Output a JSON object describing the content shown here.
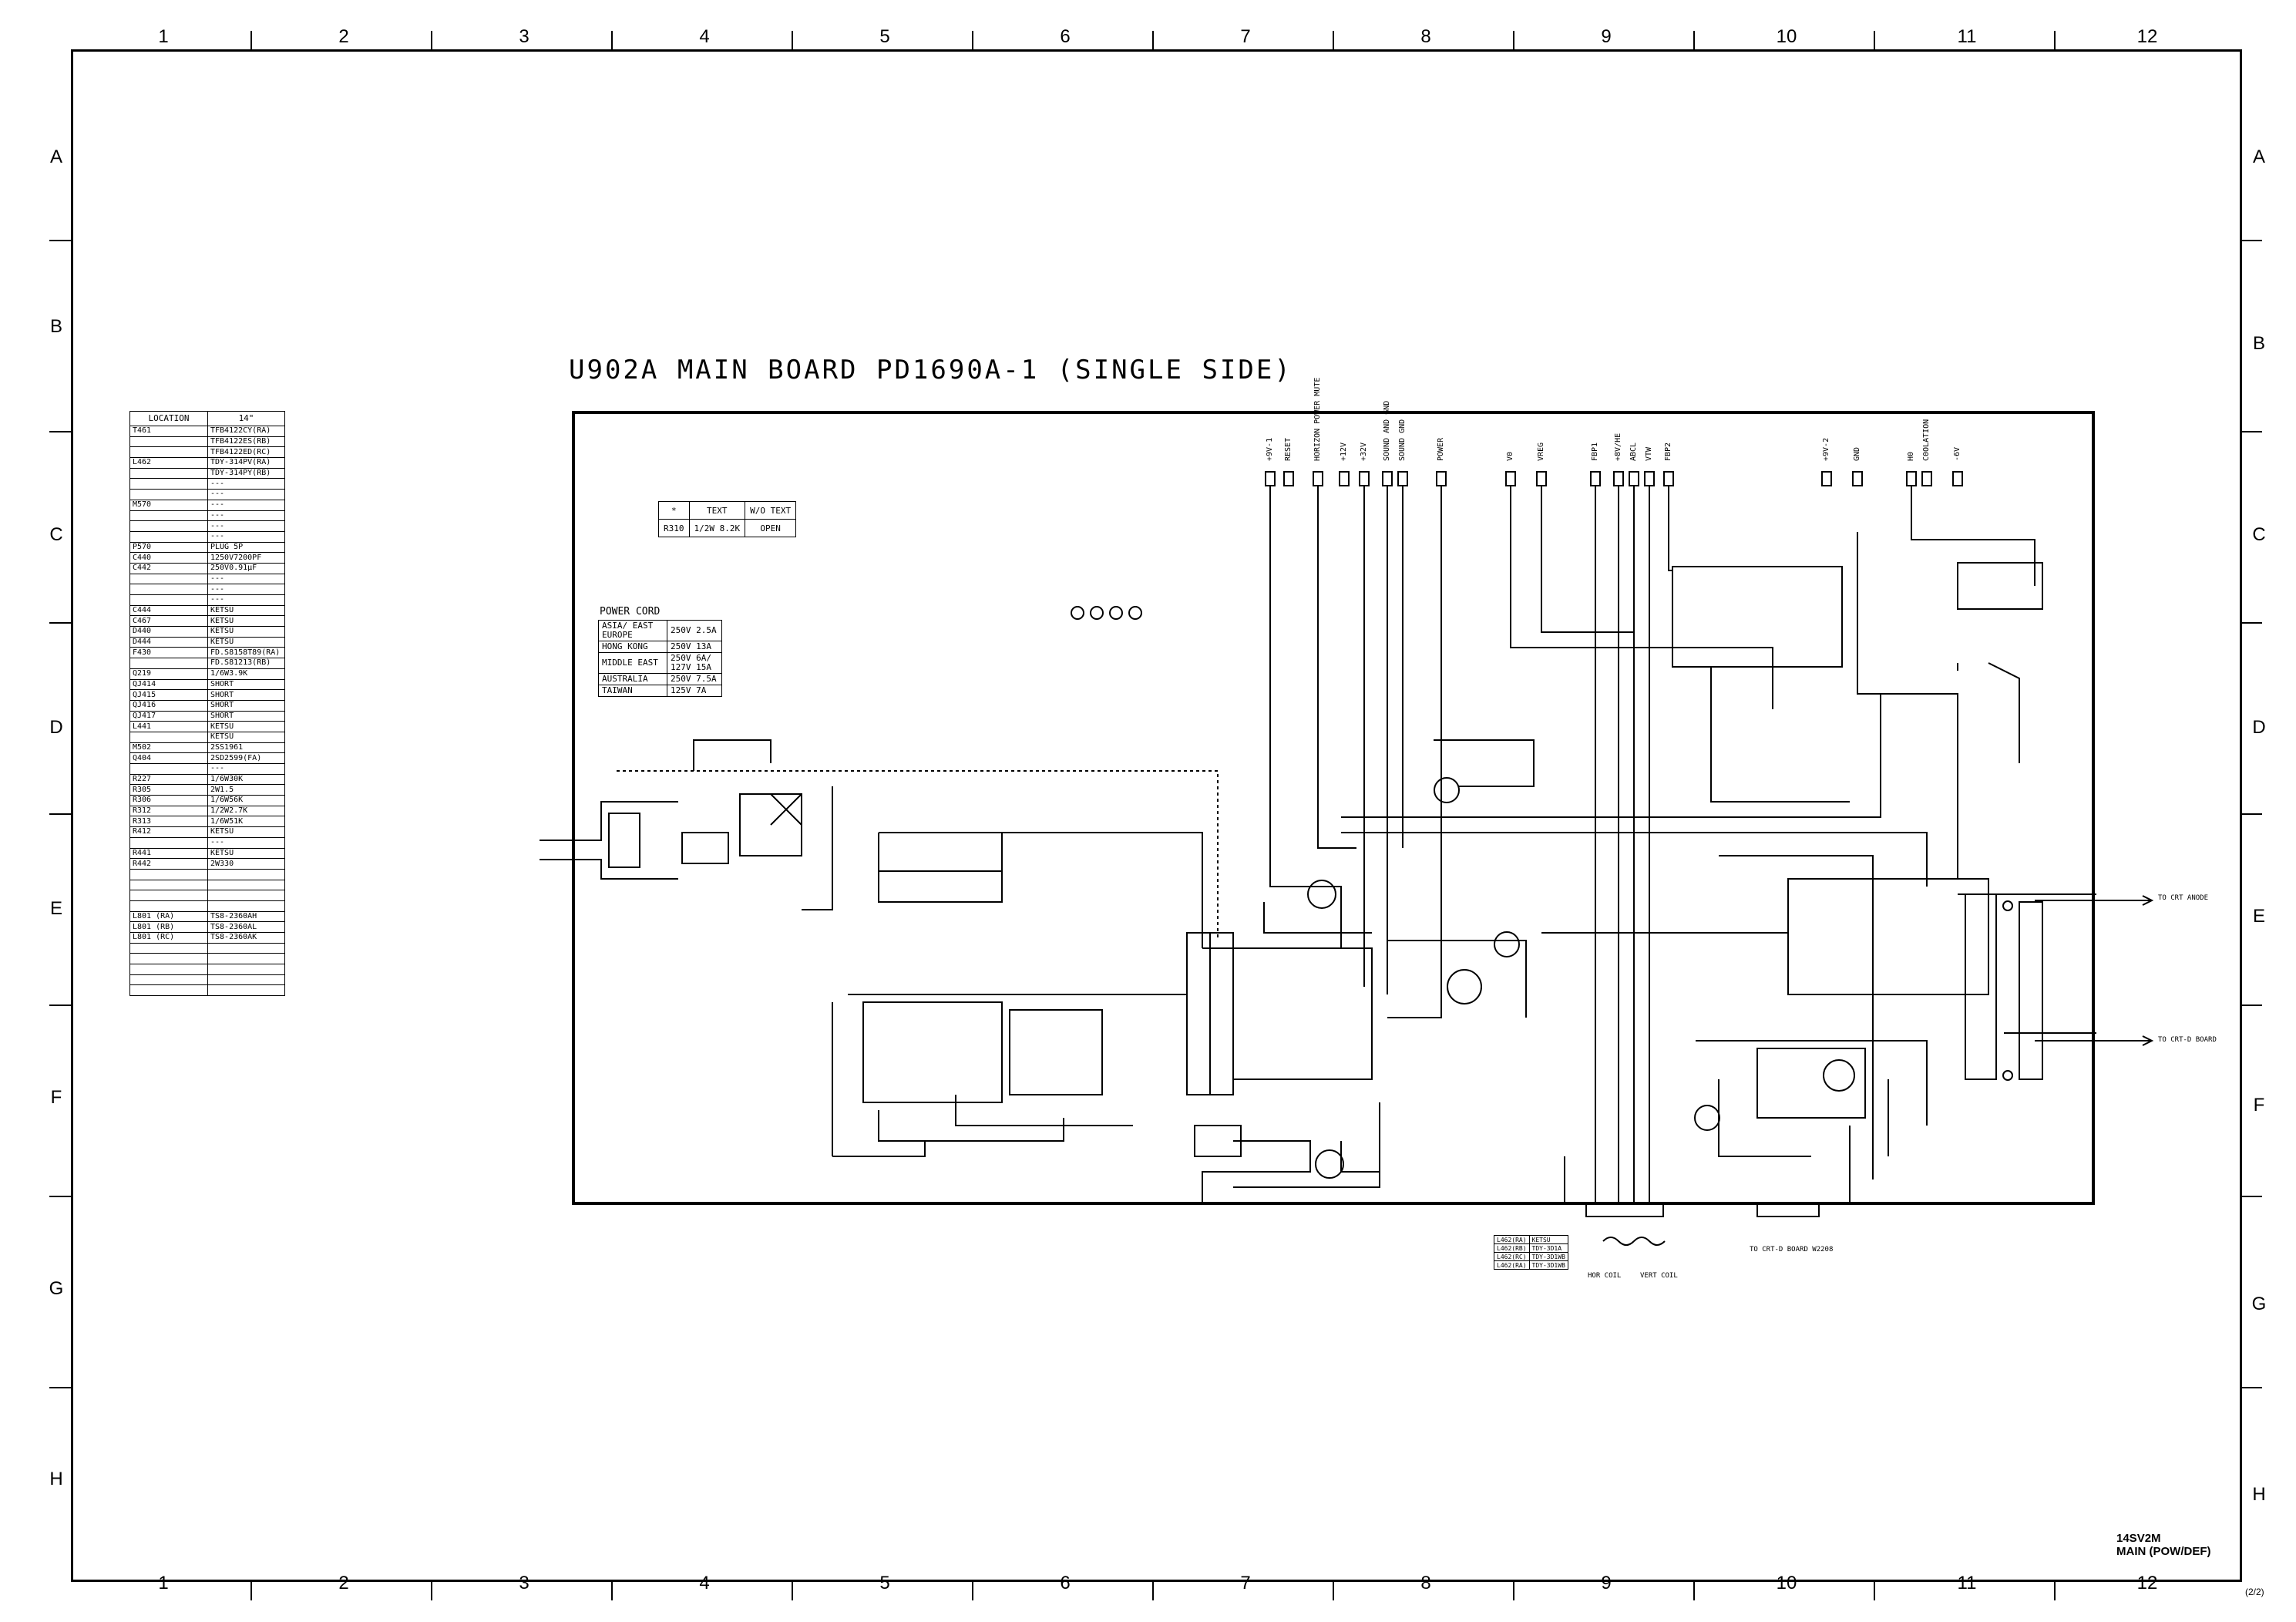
{
  "grid": {
    "columns": [
      "1",
      "2",
      "3",
      "4",
      "5",
      "6",
      "7",
      "8",
      "9",
      "10",
      "11",
      "12"
    ],
    "rows": [
      "A",
      "B",
      "C",
      "D",
      "E",
      "F",
      "G",
      "H"
    ]
  },
  "title": "U902A MAIN BOARD  PD1690A-1 (SINGLE SIDE)",
  "location_table": {
    "header": [
      "LOCATION",
      "14\""
    ],
    "rows": [
      [
        "T461",
        "TFB4122CY(RA)"
      ],
      [
        "",
        "TFB4122ES(RB)"
      ],
      [
        "",
        "TFB4122ED(RC)"
      ],
      [
        "L462",
        "TDY-314PV(RA)"
      ],
      [
        "",
        "TDY-314PY(RB)"
      ],
      [
        "",
        "---"
      ],
      [
        "",
        "---"
      ],
      [
        "M570",
        "---"
      ],
      [
        "",
        "---"
      ],
      [
        "",
        "---"
      ],
      [
        "",
        "---"
      ],
      [
        "P570",
        "PLUG 5P"
      ],
      [
        "C440",
        "1250V7200PF"
      ],
      [
        "C442",
        "250V0.91µF"
      ],
      [
        "",
        "---"
      ],
      [
        "",
        "---"
      ],
      [
        "",
        "---"
      ],
      [
        "C444",
        "KETSU"
      ],
      [
        "C467",
        "KETSU"
      ],
      [
        "D440",
        "KETSU"
      ],
      [
        "D444",
        "KETSU"
      ],
      [
        "F430",
        "FD.S8158T89(RA)"
      ],
      [
        "",
        "FD.S81213(RB)"
      ],
      [
        "Q219",
        "1/6W3.9K"
      ],
      [
        "QJ414",
        "SHORT"
      ],
      [
        "QJ415",
        "SHORT"
      ],
      [
        "QJ416",
        "SHORT"
      ],
      [
        "QJ417",
        "SHORT"
      ],
      [
        "L441",
        "KETSU"
      ],
      [
        "",
        "KETSU"
      ],
      [
        "M502",
        "2SS1961"
      ],
      [
        "Q404",
        "2SD2599(FA)"
      ],
      [
        "",
        "---"
      ],
      [
        "R227",
        "1/6W30K"
      ],
      [
        "R305",
        "2W1.5"
      ],
      [
        "R306",
        "1/6W56K"
      ],
      [
        "R312",
        "1/2W2.7K"
      ],
      [
        "R313",
        "1/6W51K"
      ],
      [
        "R412",
        "KETSU"
      ],
      [
        "",
        "---"
      ],
      [
        "R441",
        "KETSU"
      ],
      [
        "R442",
        "2W330"
      ],
      [
        "",
        ""
      ],
      [
        "",
        ""
      ],
      [
        "",
        ""
      ],
      [
        "",
        ""
      ],
      [
        "L801 (RA)",
        "TS8-2360AH"
      ],
      [
        "L801 (RB)",
        "TS8-2360AL"
      ],
      [
        "L801 (RC)",
        "TS8-2360AK"
      ],
      [
        "",
        ""
      ],
      [
        "",
        ""
      ],
      [
        "",
        ""
      ],
      [
        "",
        ""
      ],
      [
        "",
        ""
      ]
    ]
  },
  "r310_table": {
    "header": [
      "*",
      "TEXT",
      "W/O TEXT"
    ],
    "row": [
      "R310",
      "1/2W 8.2K",
      "OPEN"
    ]
  },
  "power_cord": {
    "title": "POWER CORD",
    "rows": [
      [
        "ASIA/ EAST EUROPE",
        "250V 2.5A"
      ],
      [
        "HONG KONG",
        "250V 13A"
      ],
      [
        "MIDDLE EAST",
        "250V 6A/ 127V 15A"
      ],
      [
        "AUSTRALIA",
        "250V 7.5A"
      ],
      [
        "TAIWAN",
        "125V 7A"
      ]
    ]
  },
  "connector_labels": [
    "+9V-1",
    "RESET",
    "HORIZON POWER MUTE",
    "+12V",
    "+32V",
    "SOUND AND GND",
    "SOUND GND",
    "POWER",
    "V0",
    "VREG",
    "FBP1",
    "+8V/HE",
    "ABCL",
    "VTW",
    "FBP2",
    "+9V-2",
    "GND",
    "H0",
    "C0OLATION",
    "-6V"
  ],
  "output_labels": [
    "TO CRT ANODE",
    "TO CRT-D BOARD"
  ],
  "coil_table": [
    [
      "L462(RA)",
      "KETSU"
    ],
    [
      "L462(RB)",
      "TDY-3D1A"
    ],
    [
      "L462(RC)",
      "TDY-3D1WB"
    ],
    [
      "L462(RA)",
      "TDY-3D1WB"
    ]
  ],
  "bottom_labels": [
    "HOR COIL",
    "VERT COIL",
    "TO CRT-D BOARD W2208"
  ],
  "model": [
    "14SV2M",
    "MAIN (POW/DEF)"
  ],
  "page": "(2/2)"
}
